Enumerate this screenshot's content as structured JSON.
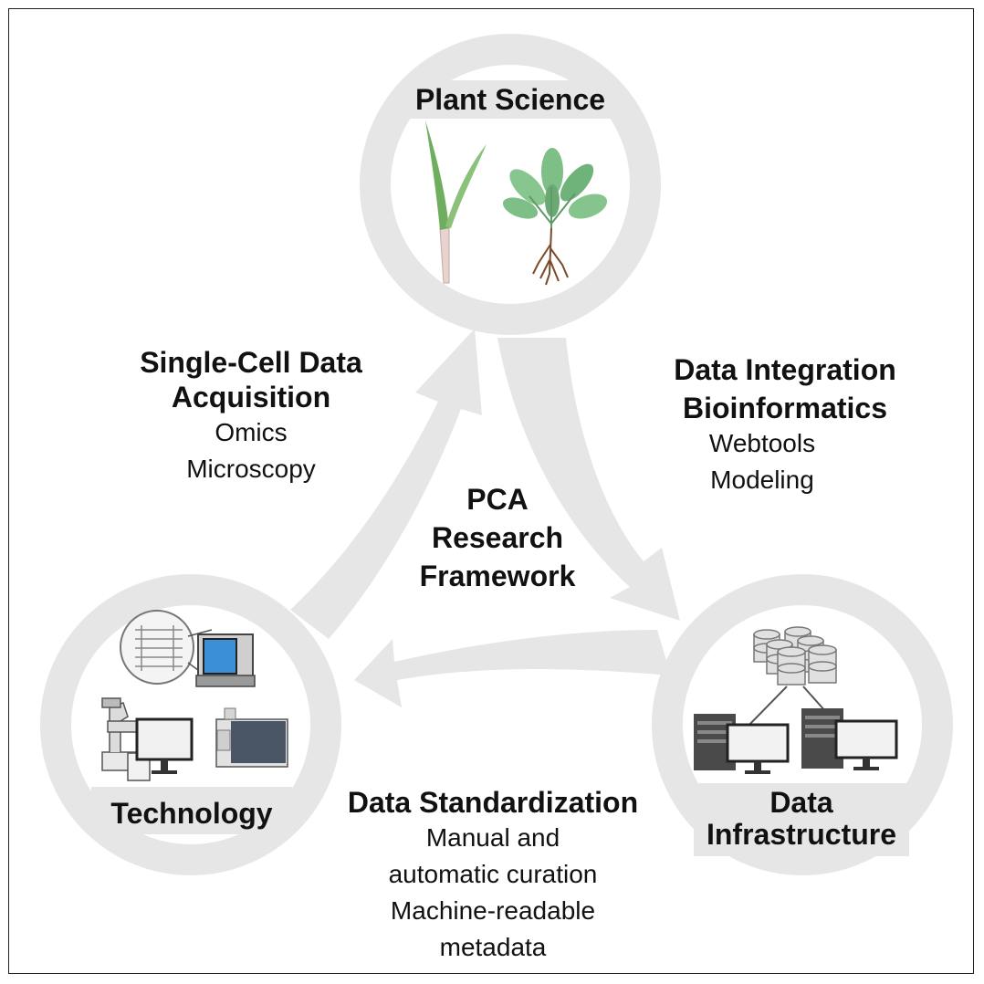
{
  "nodes": {
    "plant_science": {
      "title": "Plant Science"
    },
    "technology": {
      "title": "Technology"
    },
    "data_infrastructure": {
      "title_line1": "Data",
      "title_line2": "Infrastructure"
    }
  },
  "center": {
    "line1": "PCA",
    "line2": "Research",
    "line3": "Framework"
  },
  "edges": {
    "acquisition": {
      "title_line1": "Single-Cell Data",
      "title_line2": "Acquisition",
      "items": [
        "Omics",
        "Microscopy"
      ]
    },
    "integration": {
      "title_line1": "Data Integration",
      "title_line2": "Bioinformatics",
      "items": [
        "Webtools",
        "Modeling"
      ]
    },
    "standardization": {
      "title": "Data Standardization",
      "items": [
        "Manual and",
        "automatic curation",
        "Machine-readable",
        "metadata"
      ]
    }
  },
  "colors": {
    "ring": "#e6e6e6",
    "leaf": "#7dbf86",
    "grass": "#6fae5e",
    "root": "#7a4a2a",
    "screen": "#3a8fd6"
  }
}
